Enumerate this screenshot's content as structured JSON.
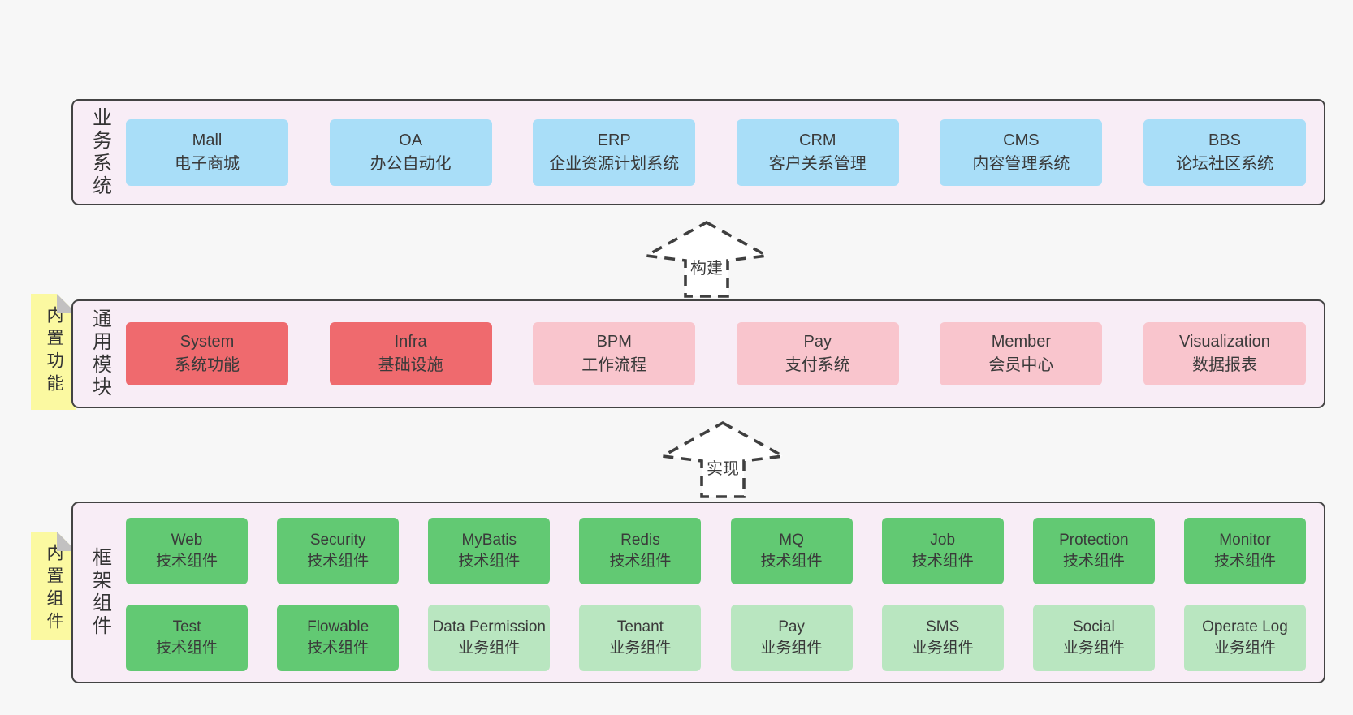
{
  "diagram": {
    "kind": "software-architecture-layers"
  },
  "colors": {
    "page_bg": "#f7f7f7",
    "band_bg": "#f8edf6",
    "band_border": "#434343",
    "blue": "#a9def8",
    "red": "#ef6a6e",
    "pink": "#f9c5cd",
    "green": "#62c973",
    "lightgreen": "#b9e6c0",
    "note_yellow": "#fbf9a1",
    "note_fold": "#c2c1c1",
    "text": "#3a3a3a"
  },
  "arrows": [
    {
      "label": "构建"
    },
    {
      "label": "实现"
    }
  ],
  "bands": [
    {
      "id": "business-systems",
      "label": "业务系统",
      "note": null,
      "boxes": [
        {
          "title": "Mall",
          "subtitle": "电子商城",
          "variant": "blue"
        },
        {
          "title": "OA",
          "subtitle": "办公自动化",
          "variant": "blue"
        },
        {
          "title": "ERP",
          "subtitle": "企业资源计划系统",
          "variant": "blue"
        },
        {
          "title": "CRM",
          "subtitle": "客户关系管理",
          "variant": "blue"
        },
        {
          "title": "CMS",
          "subtitle": "内容管理系统",
          "variant": "blue"
        },
        {
          "title": "BBS",
          "subtitle": "论坛社区系统",
          "variant": "blue"
        }
      ]
    },
    {
      "id": "common-modules",
      "label": "通用模块",
      "note": "内置功能",
      "boxes": [
        {
          "title": "System",
          "subtitle": "系统功能",
          "variant": "red"
        },
        {
          "title": "Infra",
          "subtitle": "基础设施",
          "variant": "red"
        },
        {
          "title": "BPM",
          "subtitle": "工作流程",
          "variant": "pink"
        },
        {
          "title": "Pay",
          "subtitle": "支付系统",
          "variant": "pink"
        },
        {
          "title": "Member",
          "subtitle": "会员中心",
          "variant": "pink"
        },
        {
          "title": "Visualization",
          "subtitle": "数据报表",
          "variant": "pink"
        }
      ]
    },
    {
      "id": "framework-components",
      "label": "框架组件",
      "note": "内置组件",
      "rows": [
        [
          {
            "title": "Web",
            "subtitle": "技术组件",
            "variant": "green"
          },
          {
            "title": "Security",
            "subtitle": "技术组件",
            "variant": "green"
          },
          {
            "title": "MyBatis",
            "subtitle": "技术组件",
            "variant": "green"
          },
          {
            "title": "Redis",
            "subtitle": "技术组件",
            "variant": "green"
          },
          {
            "title": "MQ",
            "subtitle": "技术组件",
            "variant": "green"
          },
          {
            "title": "Job",
            "subtitle": "技术组件",
            "variant": "green"
          },
          {
            "title": "Protection",
            "subtitle": "技术组件",
            "variant": "green"
          },
          {
            "title": "Monitor",
            "subtitle": "技术组件",
            "variant": "green"
          }
        ],
        [
          {
            "title": "Test",
            "subtitle": "技术组件",
            "variant": "green"
          },
          {
            "title": "Flowable",
            "subtitle": "技术组件",
            "variant": "green"
          },
          {
            "title": "Data Permission",
            "subtitle": "业务组件",
            "variant": "lightgreen"
          },
          {
            "title": "Tenant",
            "subtitle": "业务组件",
            "variant": "lightgreen"
          },
          {
            "title": "Pay",
            "subtitle": "业务组件",
            "variant": "lightgreen"
          },
          {
            "title": "SMS",
            "subtitle": "业务组件",
            "variant": "lightgreen"
          },
          {
            "title": "Social",
            "subtitle": "业务组件",
            "variant": "lightgreen"
          },
          {
            "title": "Operate Log",
            "subtitle": "业务组件",
            "variant": "lightgreen"
          }
        ]
      ]
    }
  ]
}
